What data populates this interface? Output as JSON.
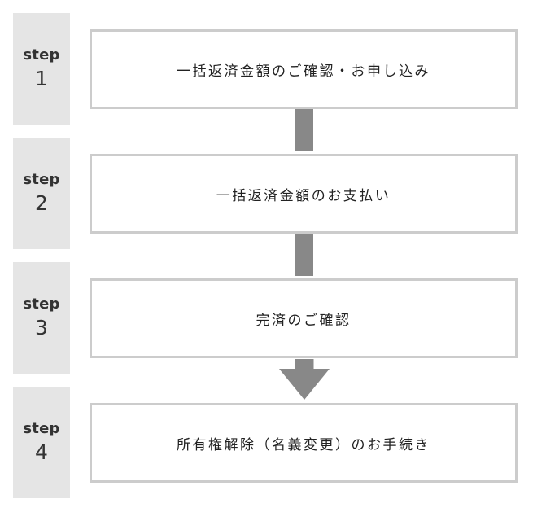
{
  "steps": [
    {
      "word": "step",
      "number": "1",
      "text": "一括返済金額のご確認・お申し込み"
    },
    {
      "word": "step",
      "number": "2",
      "text": "一括返済金額のお支払い"
    },
    {
      "word": "step",
      "number": "3",
      "text": "完済のご確認"
    },
    {
      "word": "step",
      "number": "4",
      "text": "所有権解除（名義変更）のお手続き"
    }
  ],
  "colors": {
    "tab_background": "#e5e5e5",
    "box_border": "#cccccc",
    "connector": "#888888",
    "text": "#222222"
  }
}
